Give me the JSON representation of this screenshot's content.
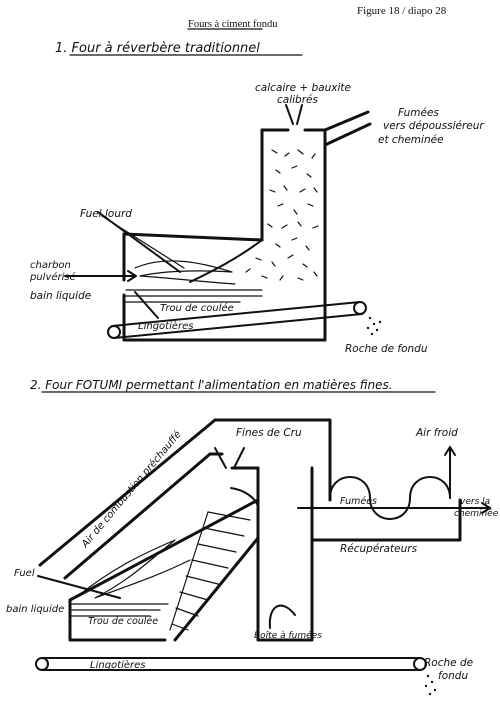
{
  "figure_ref": "Figure 18 /  diapo 28",
  "page_title": "Fours à ciment fondu",
  "section1": {
    "heading": "1.  Four à réverbère traditionnel",
    "labels": {
      "feed_1": "calcaire + bauxite",
      "feed_2": "calibrés",
      "fumes_1": "Fumées",
      "fumes_2": "vers dépoussiéreur",
      "fumes_3": "et cheminée",
      "fuel": "Fuel lourd",
      "coal_1": "charbon",
      "coal_2": "pulvérisé",
      "bath": "bain liquide",
      "taphole": "Trou de coulée",
      "molds": "Lingotières",
      "rock": "Roche de fondu"
    }
  },
  "section2": {
    "heading": "2.  Four FOTUMI permettant l'alimentation en matières fines.",
    "labels": {
      "air_combustion": "Air de combustion préchauffé",
      "fines": "Fines de Cru",
      "cold_air": "Air froid",
      "fumes": "Fumées",
      "chimney_1": "vers la",
      "chimney_2": "cheminée",
      "recuperator": "Récupérateurs",
      "fuel": "Fuel",
      "bath": "bain liquide",
      "taphole": "Trou de coulée",
      "dust_box": "Boîte à fumées",
      "molds": "Lingotières",
      "rock_1": "Roche de",
      "rock_2": "fondu"
    }
  }
}
